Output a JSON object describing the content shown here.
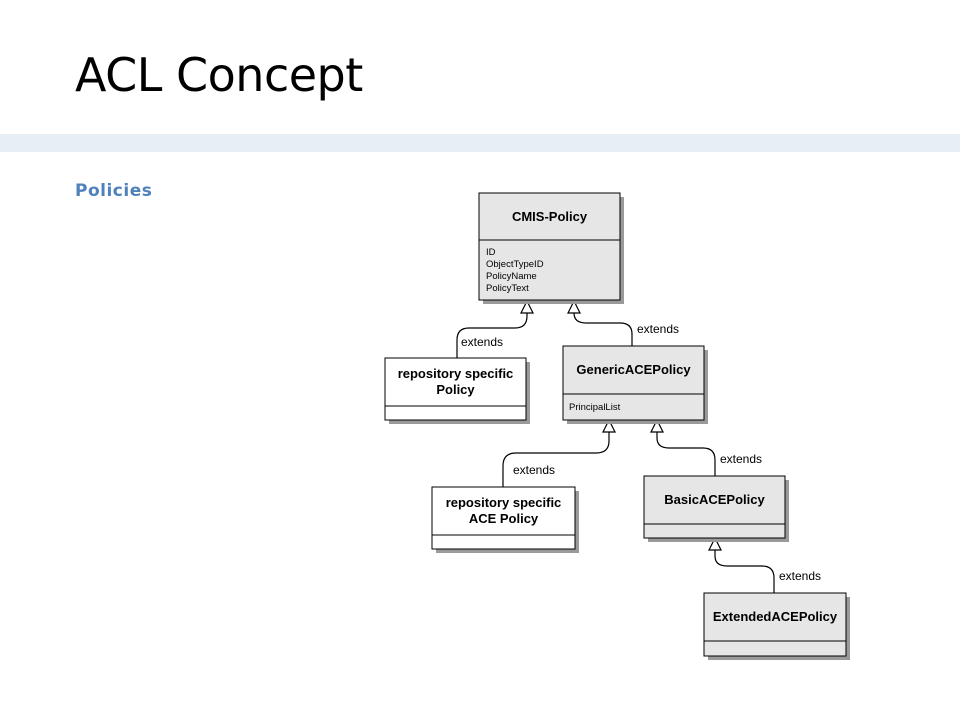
{
  "slide": {
    "title": "ACL Concept",
    "subtitle": "Policies"
  },
  "diagram": {
    "classes": {
      "cmis_policy": {
        "name": "CMIS-Policy",
        "attributes": [
          "ID",
          "ObjectTypeID",
          "PolicyName",
          "PolicyText"
        ]
      },
      "repo_policy": {
        "name_lines": [
          "repository specific",
          "Policy"
        ]
      },
      "generic_ace": {
        "name": "GenericACEPolicy",
        "attributes": [
          "PrincipalList"
        ]
      },
      "repo_ace": {
        "name_lines": [
          "repository specific",
          "ACE Policy"
        ]
      },
      "basic_ace": {
        "name": "BasicACEPolicy"
      },
      "extended_ace": {
        "name": "ExtendedACEPolicy"
      }
    },
    "relations": {
      "repo_policy_extends": "extends",
      "generic_ace_extends": "extends",
      "repo_ace_extends": "extends",
      "basic_ace_extends": "extends",
      "extended_ace_extends": "extends"
    }
  }
}
